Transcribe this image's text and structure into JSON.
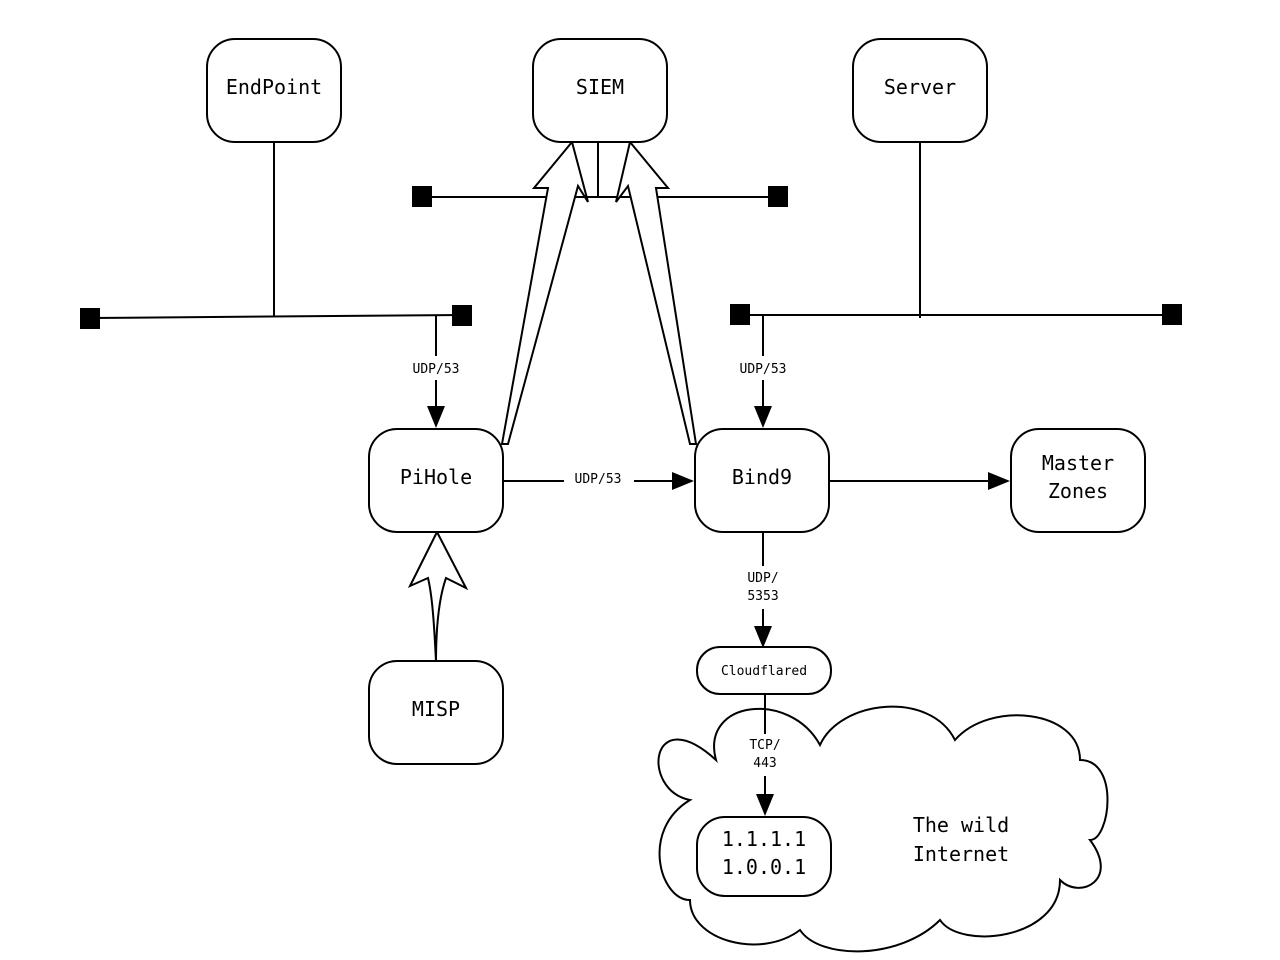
{
  "diagram": {
    "title": "DNS resolution architecture",
    "nodes": {
      "endpoint": "EndPoint",
      "siem": "SIEM",
      "server": "Server",
      "pihole": "PiHole",
      "bind9": "Bind9",
      "master_zones_line1": "Master",
      "master_zones_line2": "Zones",
      "misp": "MISP",
      "cloudflared": "Cloudflared",
      "resolver_line1": "1.1.1.1",
      "resolver_line2": "1.0.0.1",
      "internet_line1": "The wild",
      "internet_line2": "Internet"
    },
    "edges": {
      "lan_to_pihole": "UDP/53",
      "lan_to_bind9": "UDP/53",
      "pihole_to_bind9": "UDP/53",
      "bind9_to_cloudflared_line1": "UDP/",
      "bind9_to_cloudflared_line2": "5353",
      "cloudflared_to_resolver_line1": "TCP/",
      "cloudflared_to_resolver_line2": "443"
    },
    "connections": [
      {
        "from": "EndPoint",
        "to": "LAN segment 1",
        "type": "line"
      },
      {
        "from": "Server",
        "to": "LAN segment 3",
        "type": "line"
      },
      {
        "from": "SIEM",
        "to": "LAN segment 2",
        "type": "line"
      },
      {
        "from": "LAN segment 1",
        "to": "PiHole",
        "label": "UDP/53",
        "type": "arrow"
      },
      {
        "from": "LAN segment 3",
        "to": "Bind9",
        "label": "UDP/53",
        "type": "arrow"
      },
      {
        "from": "PiHole",
        "to": "Bind9",
        "label": "UDP/53",
        "type": "arrow"
      },
      {
        "from": "Bind9",
        "to": "Master Zones",
        "type": "arrow"
      },
      {
        "from": "Bind9",
        "to": "Cloudflared",
        "label": "UDP/5353",
        "type": "arrow"
      },
      {
        "from": "Cloudflared",
        "to": "1.1.1.1 / 1.0.0.1",
        "label": "TCP/443",
        "type": "arrow"
      },
      {
        "from": "PiHole",
        "to": "SIEM",
        "type": "flow-arrow"
      },
      {
        "from": "Bind9",
        "to": "SIEM",
        "type": "flow-arrow"
      },
      {
        "from": "MISP",
        "to": "PiHole",
        "type": "flow-arrow"
      }
    ]
  }
}
